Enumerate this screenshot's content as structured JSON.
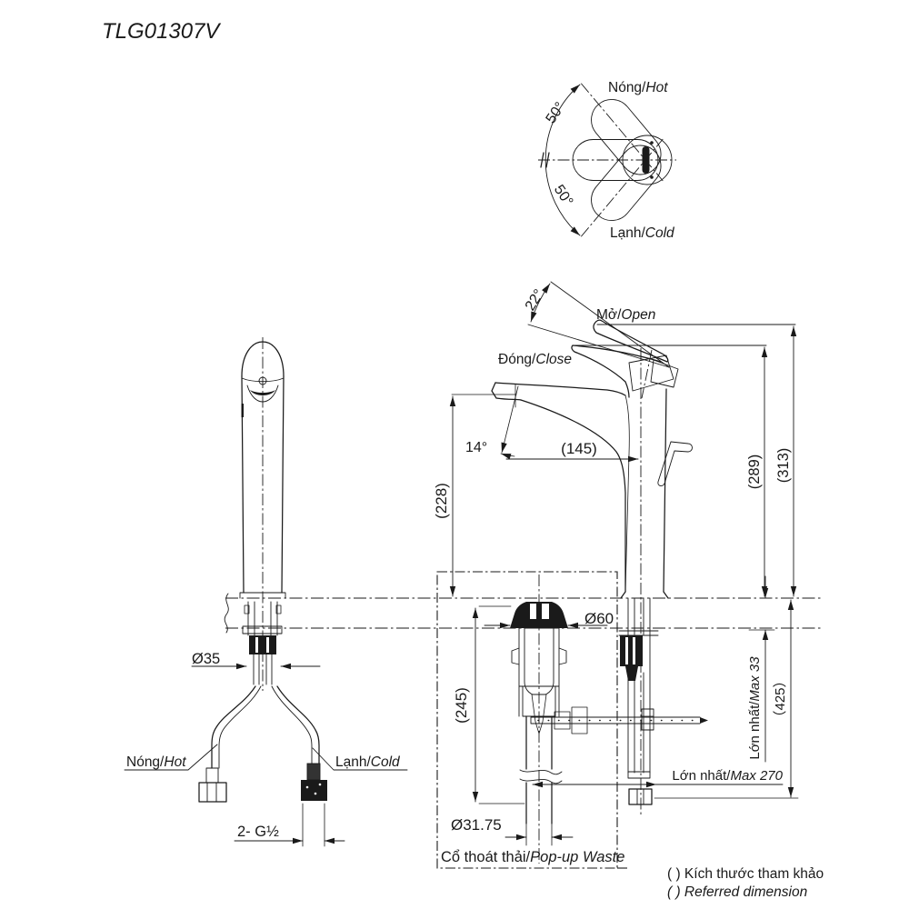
{
  "title": "TLG01307V",
  "colors": {
    "ink": "#1a1a1a",
    "background": "#ffffff"
  },
  "top_view": {
    "hot_vi": "Nóng/",
    "hot_en": "Hot",
    "cold_vi": "Lạnh/",
    "cold_en": "Cold",
    "angle_upper": "50°",
    "angle_lower": "50°"
  },
  "side_view": {
    "open_vi": "Mở/",
    "open_en": "Open",
    "close_vi": "Đóng/",
    "close_en": "Close",
    "handle_angle": "22°",
    "spout_angle": "14°",
    "spout_reach": "(145)",
    "spout_height": "(228)",
    "height_closed": "(289)",
    "height_open": "(313)"
  },
  "front_view": {
    "base_diameter": "Ø35",
    "hot_vi": "Nóng/",
    "hot_en": "Hot",
    "cold_vi": "Lạnh/",
    "cold_en": "Cold",
    "hose_thread": "2- G½"
  },
  "popup_waste": {
    "flange_diameter": "Ø60",
    "body_length": "(245)",
    "pipe_diameter": "Ø31.75",
    "label_vi": "Cổ thoát thải/",
    "label_en": "Pop-up Waste"
  },
  "under_counter": {
    "max_deck_vi": "Lớn nhất/",
    "max_deck_en": "Max 33",
    "total_depth": "（425）",
    "max_rod_vi": "Lớn nhất/",
    "max_rod_en": "Max 270"
  },
  "notes": {
    "referred_vi": "( ) Kích thước tham khảo",
    "referred_en": "( ) Referred dimension"
  }
}
